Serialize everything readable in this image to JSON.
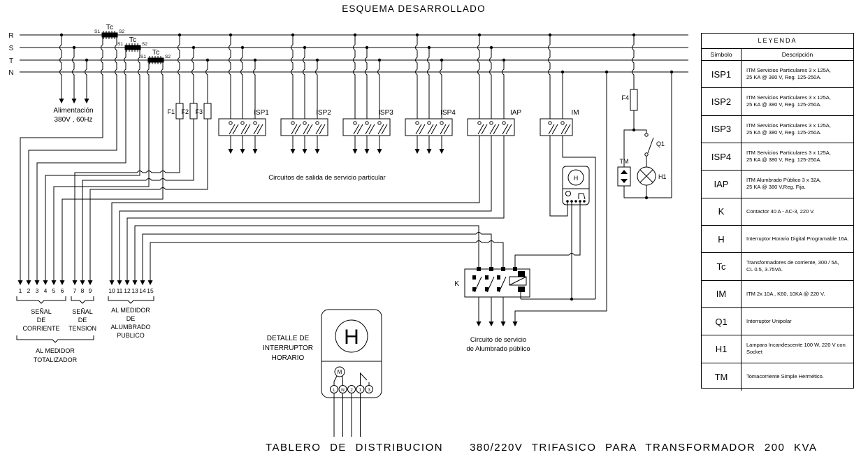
{
  "title": "ESQUEMA DESARROLLADO",
  "footer": "TABLERO DE DISTRIBUCION   380/220V TRIFASICO PARA TRANSFORMADOR 200 KVA",
  "schematic": {
    "buses": [
      "R",
      "S",
      "T",
      "N"
    ],
    "supply": [
      "Alimentación",
      "380V , 60Hz"
    ],
    "tc": {
      "name": "Tc",
      "s1": "S1",
      "s2": "S2"
    },
    "fuses": [
      "F1",
      "F2",
      "F3",
      "F4"
    ],
    "breakers": [
      "ISP1",
      "ISP2",
      "ISP3",
      "ISP4",
      "IAP",
      "IM"
    ],
    "salida_caption": "Circuitos de salida de servicio particular",
    "terminals": [
      "1",
      "2",
      "3",
      "4",
      "5",
      "6",
      "7",
      "8",
      "9",
      "10",
      "11",
      "12",
      "13",
      "14",
      "15"
    ],
    "senal_corriente": [
      "SEÑAL",
      "DE",
      "CORRIENTE"
    ],
    "senal_tension": [
      "SEÑAL",
      "DE",
      "TENSION"
    ],
    "medidor_totalizador": [
      "AL MEDIDOR",
      "TOTALIZADOR"
    ],
    "medidor_alumbrado": [
      "AL MEDIDOR",
      "DE",
      "ALUMBRADO",
      "PUBLICO"
    ],
    "detalle": [
      "DETALLE DE",
      "INTERRUPTOR",
      "HORARIO"
    ],
    "alumbrado_caption": [
      "Circuito de servicio",
      "de Alumbrado público"
    ],
    "k_label": "K",
    "h_detail": "H",
    "m_label": "M",
    "detail_terminals": [
      "L",
      "N",
      "2",
      "1",
      "3"
    ],
    "h_mini": "H",
    "q1_label": "Q1",
    "h1_label": "H1",
    "tm_label": "TM"
  },
  "legend": {
    "title": "LEYENDA",
    "col_symbol": "Símbolo",
    "col_desc": "Descripción",
    "rows": [
      {
        "symbol": "ISP1",
        "desc": "ITM Servicios Particulares 3 x 125A,\n25 KA @ 380 V, Reg. 125-250A."
      },
      {
        "symbol": "ISP2",
        "desc": "ITM Servicios Particulares 3 x 125A,\n25 KA @ 380 V, Reg. 125-250A."
      },
      {
        "symbol": "ISP3",
        "desc": "ITM Servicios Particulares 3 x 125A,\n25 KA @ 380 V, Reg. 125-250A."
      },
      {
        "symbol": "ISP4",
        "desc": "ITM Servicios Particulares 3 x 125A,\n25 KA @ 380 V, Reg. 125-250A."
      },
      {
        "symbol": "IAP",
        "desc": "ITM Alumbrado Público 3 x 32A,\n25 KA @ 380 V,Reg. Fija."
      },
      {
        "symbol": "K",
        "desc": "Contactor 40 A - AC-3, 220 V."
      },
      {
        "symbol": "H",
        "desc": "Interruptor Horario Digital Programable 16A."
      },
      {
        "symbol": "Tc",
        "desc": "Transformadores de corriente, 300 / 5A,\nCL 0.5, 3.75VA."
      },
      {
        "symbol": "IM",
        "desc": "ITM 2x 10A , K60, 10KA @ 220 V."
      },
      {
        "symbol": "Q1",
        "desc": "Interruptor Unipolar"
      },
      {
        "symbol": "H1",
        "desc": "Lampara Incandescente 100 W, 220 V con\nSocket"
      },
      {
        "symbol": "TM",
        "desc": "Tomacorriente Simple Hermético."
      }
    ]
  }
}
